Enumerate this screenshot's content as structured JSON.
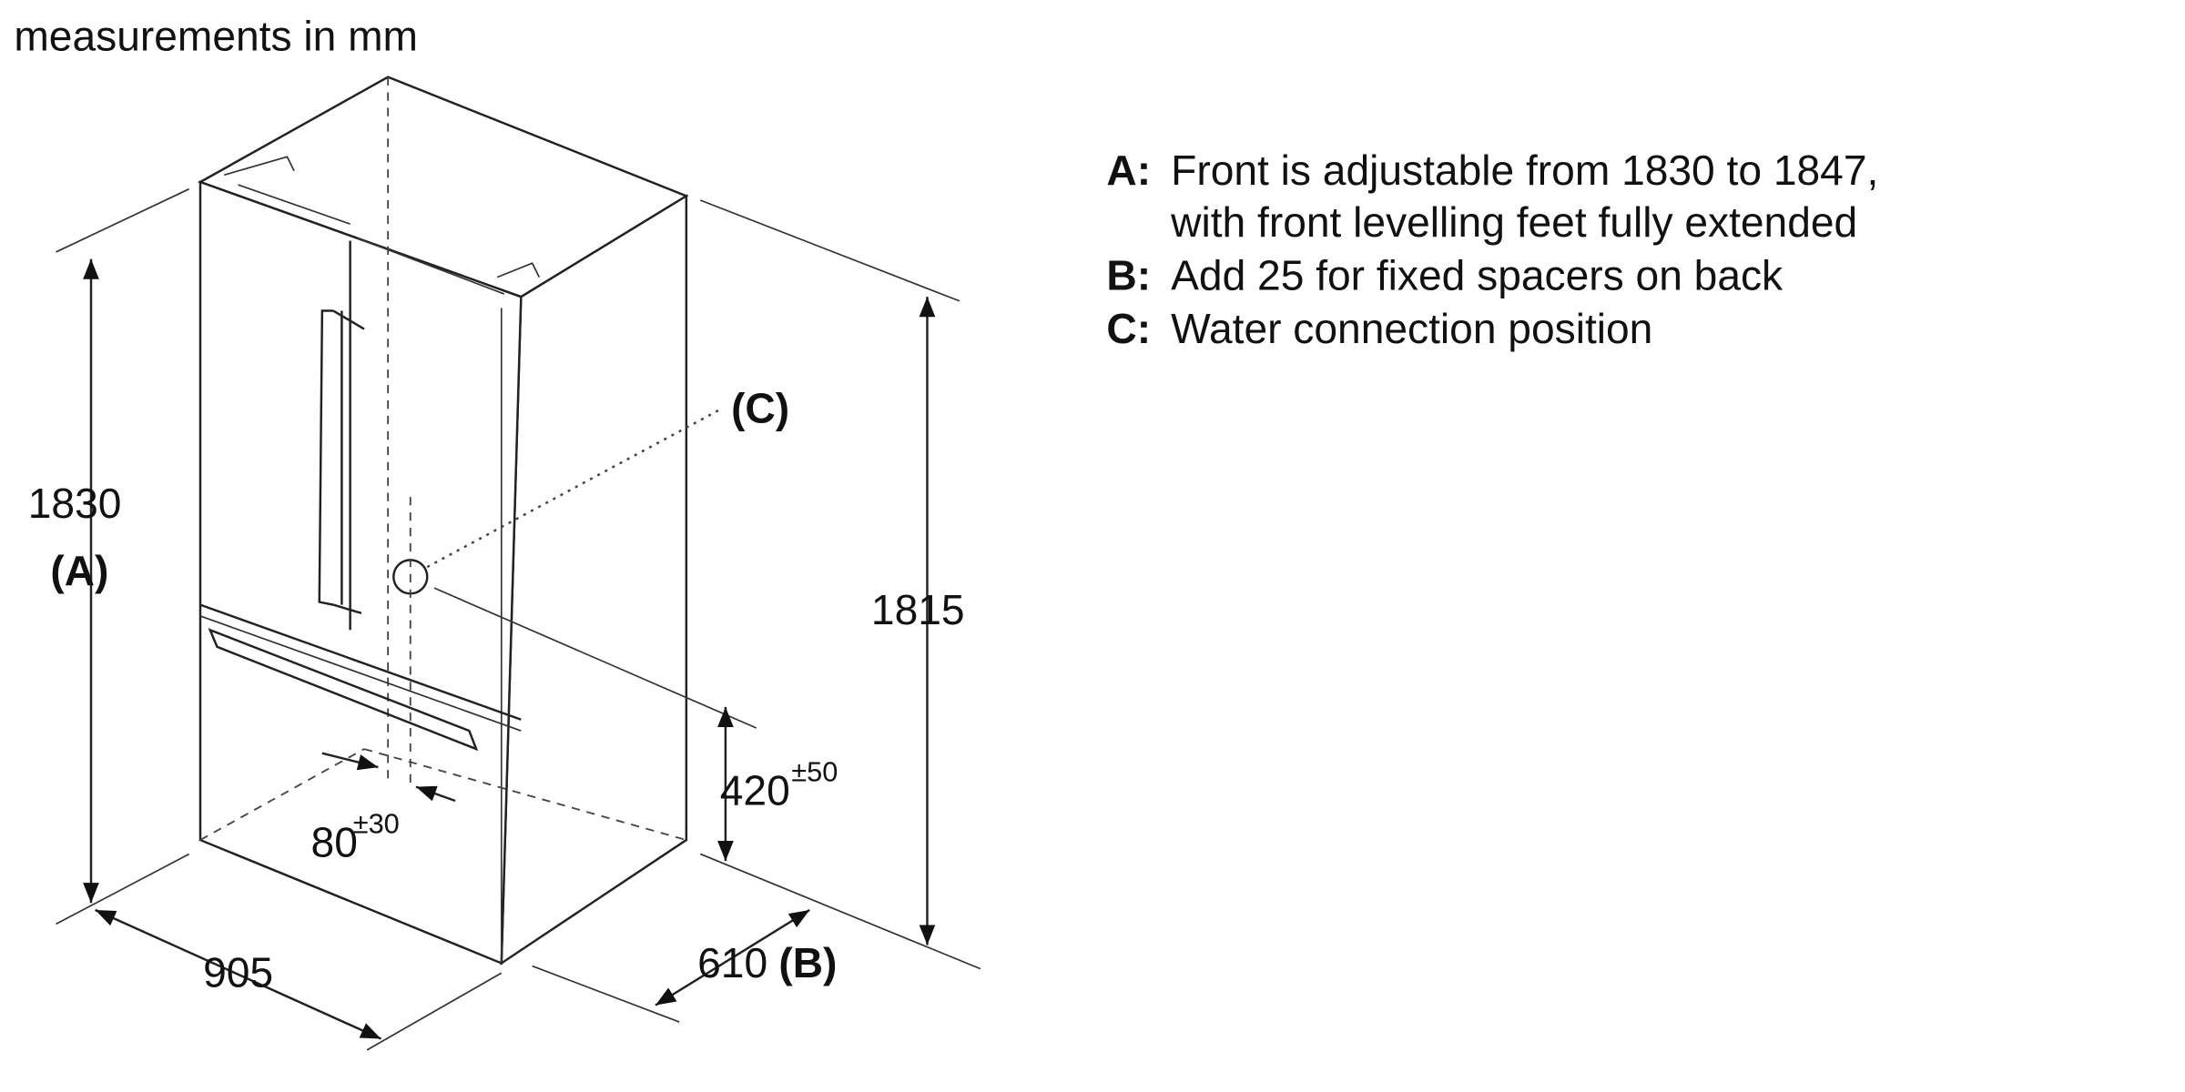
{
  "header": {
    "units_note": "measurements in mm"
  },
  "legend": [
    {
      "key": "A:",
      "lines": [
        "Front is adjustable from 1830 to 1847,",
        "with front levelling feet fully extended"
      ]
    },
    {
      "key": "B:",
      "lines": [
        "Add 25 for fixed spacers on back"
      ]
    },
    {
      "key": "C:",
      "lines": [
        "Water connection position"
      ]
    }
  ],
  "dimensions": {
    "height_front": {
      "value": "1830",
      "tag": "(A)"
    },
    "height_back": {
      "value": "1815"
    },
    "width": {
      "value": "905"
    },
    "depth": {
      "value": "610",
      "tag": "(B)"
    },
    "water_height": {
      "value": "420",
      "tolerance": "±50"
    },
    "water_offset": {
      "value": "80",
      "tolerance": "±30"
    },
    "water_label": "(C)"
  }
}
